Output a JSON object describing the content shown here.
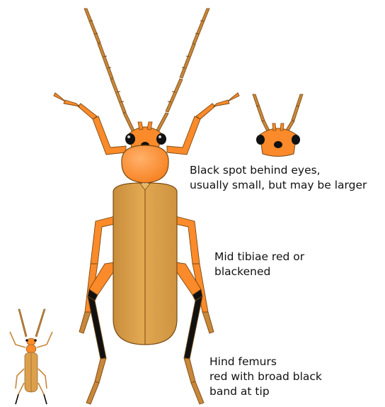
{
  "colors": {
    "orange": "#fb8a2a",
    "orange_light": "#ffb06a",
    "elytra": "#dca04c",
    "elytra_dark": "#b9822e",
    "outline": "#7a4a12",
    "black": "#111111",
    "antenna": "#c8873a"
  },
  "annotations": {
    "spot": {
      "line1": "Black spot behind eyes,",
      "line2": "usually small, but may be larger"
    },
    "tibiae": {
      "line1": "Mid tibiae red or",
      "line2": "blackened"
    },
    "femurs": {
      "line1": "Hind femurs",
      "line2": "red with broad black",
      "line3": "band at tip"
    }
  },
  "icons": {
    "main": "beetle-dorsal-view",
    "head_detail": "beetle-head-detail",
    "scale": "beetle-life-size-icon"
  }
}
